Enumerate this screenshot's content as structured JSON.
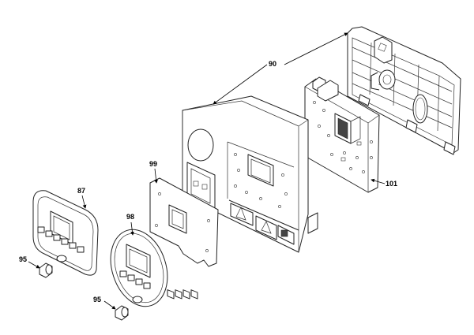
{
  "callouts": {
    "c90": "90",
    "c99": "99",
    "c87": "87",
    "c98": "98",
    "c101": "101",
    "c95a": "95",
    "c95b": "95"
  }
}
